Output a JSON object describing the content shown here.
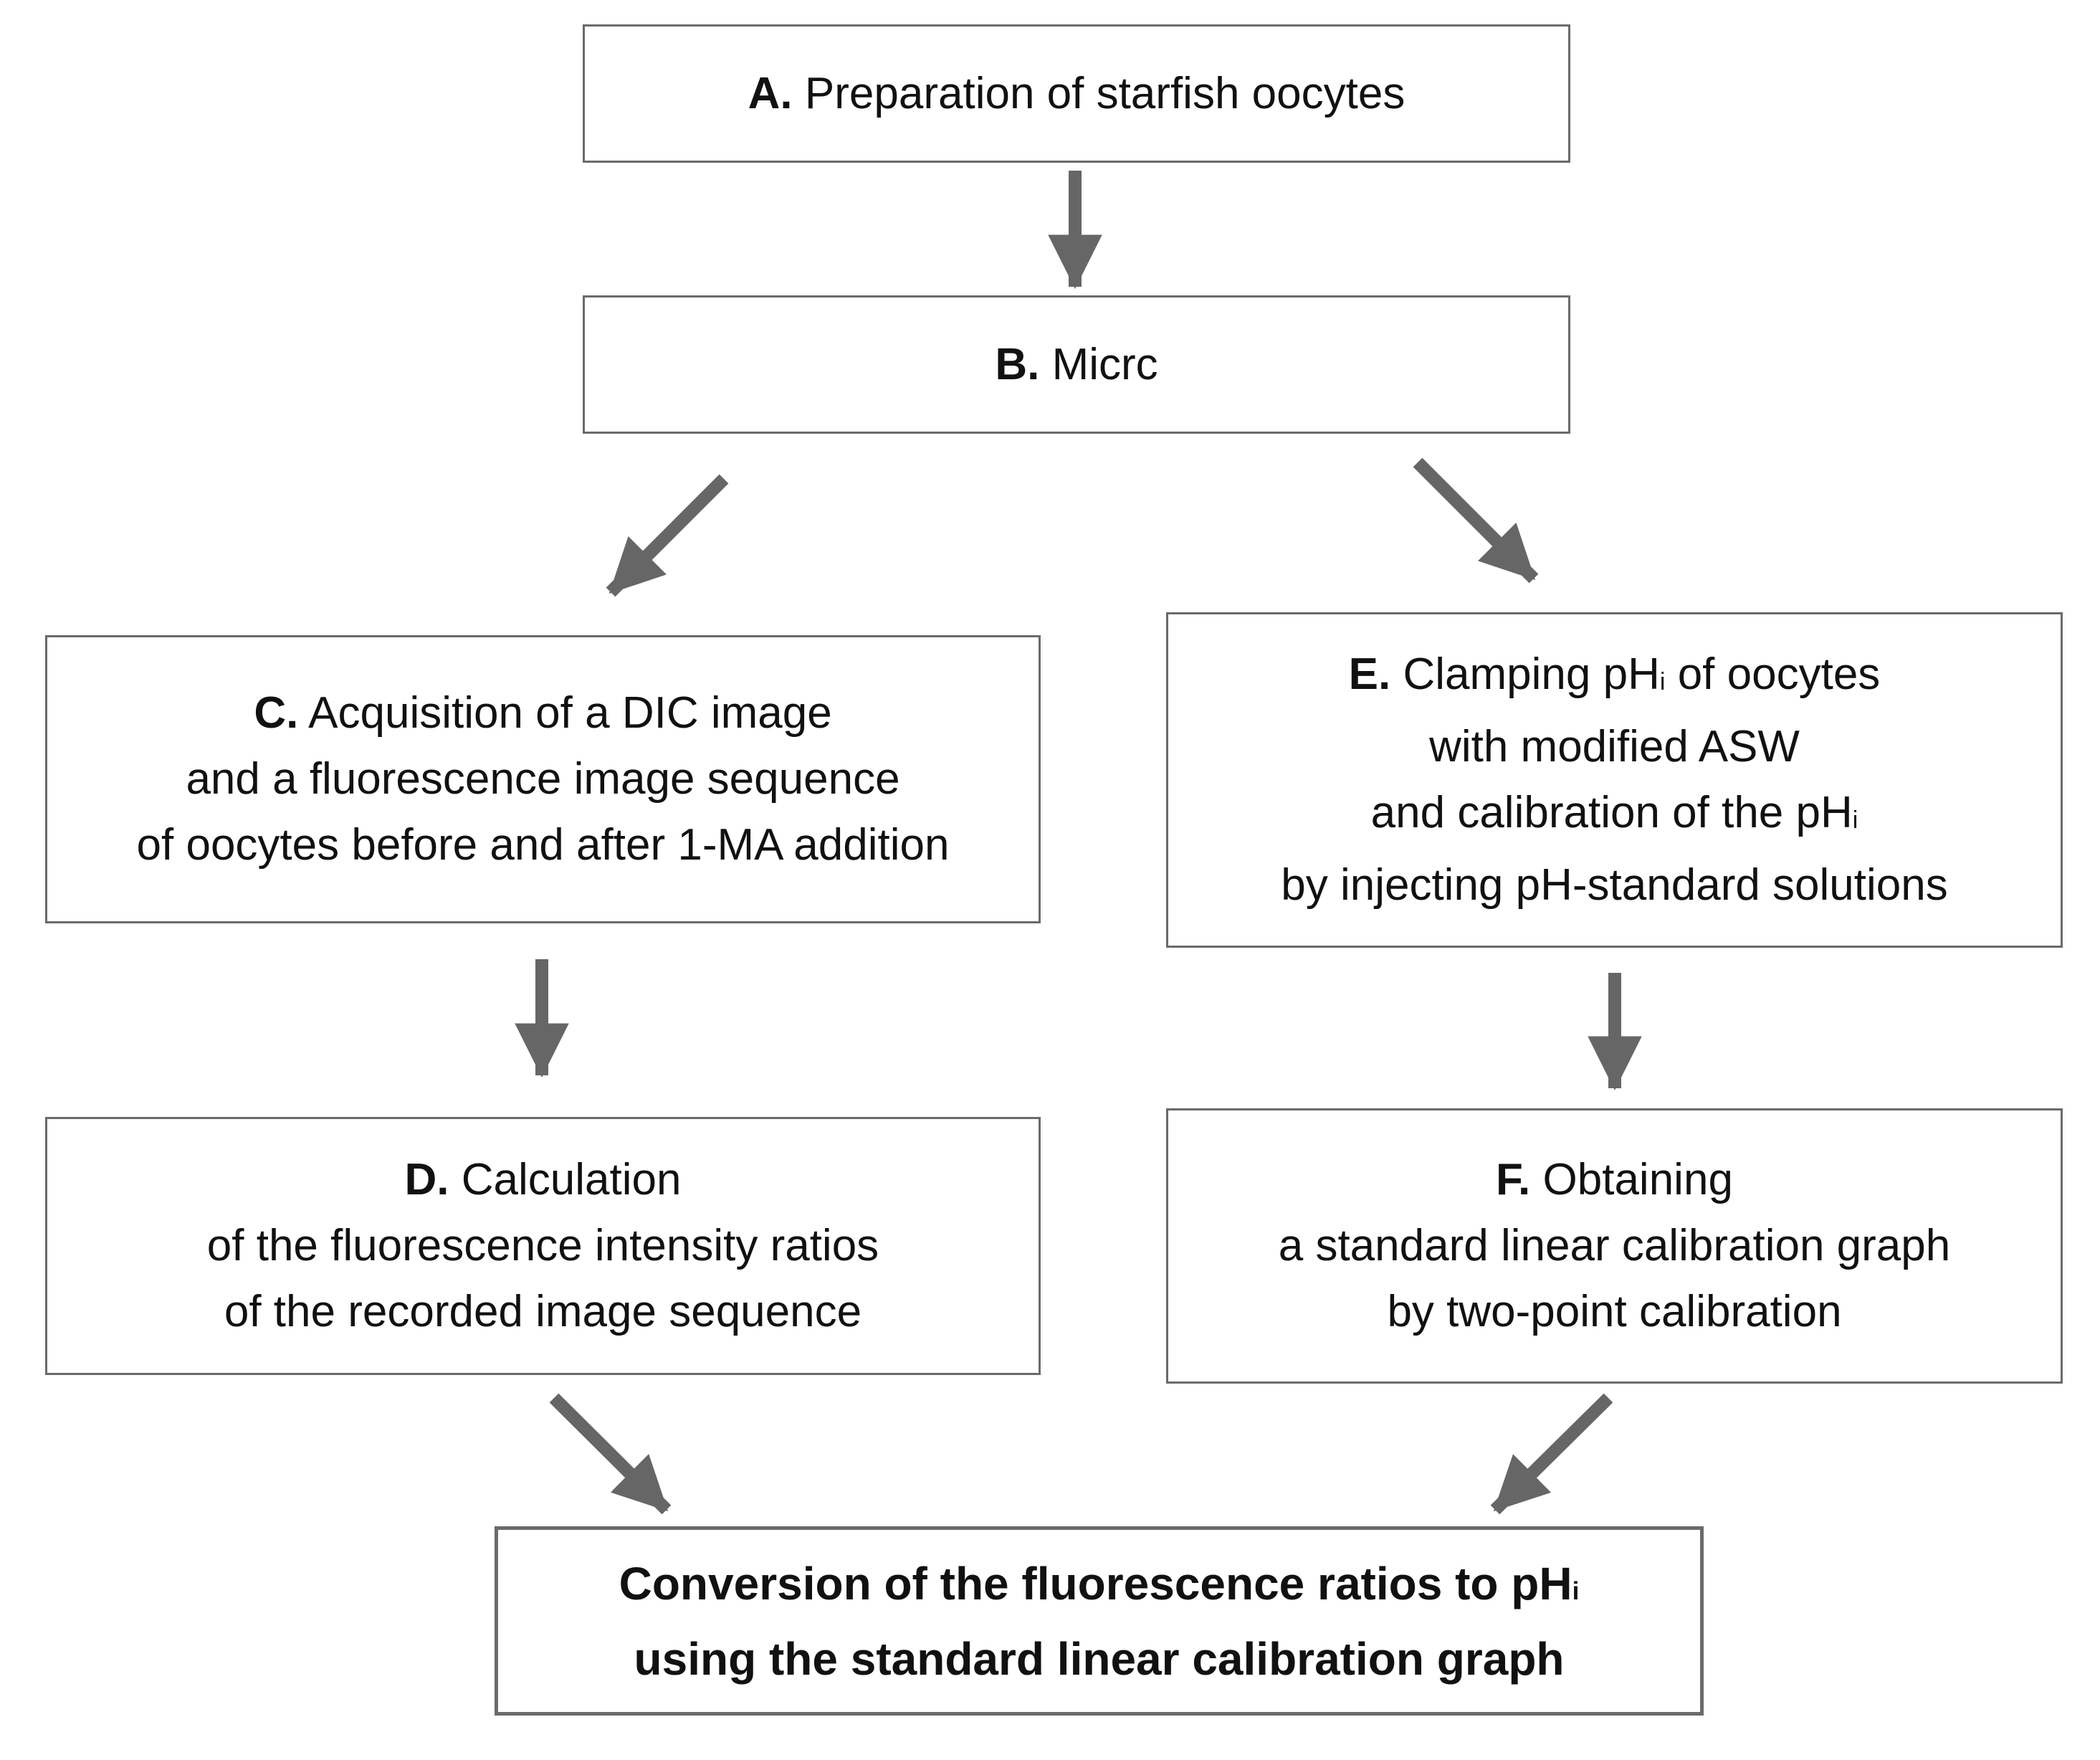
{
  "colors": {
    "arrow": "#666666",
    "border": "#6a6a6a",
    "text": "#111111"
  },
  "steps": {
    "a": {
      "label": "A.",
      "line1": "Preparation of starfish oocytes"
    },
    "b": {
      "label": "B.",
      "line1": "Micrc"
    },
    "c": {
      "label": "C.",
      "line1": "Acquisition of a DIC image",
      "line2": "and a fluorescence image sequence",
      "line3": "of oocytes before and after 1-MA addition"
    },
    "d": {
      "label": "D.",
      "line1": "Calculation",
      "line2": "of the fluorescence intensity ratios",
      "line3": "of the recorded image sequence"
    },
    "e": {
      "label": "E.",
      "line1_pre": "Clamping pH",
      "line1_sub": "i",
      "line1_post": "of oocytes",
      "line2": "with modified ASW",
      "line3_pre": "and calibration of the pH",
      "line3_sub": "i",
      "line4": "by injecting pH-standard solutions"
    },
    "f": {
      "label": "F.",
      "line1": "Obtaining",
      "line2": "a standard linear calibration graph",
      "line3": "by two-point calibration"
    },
    "final": {
      "line1_pre": "Conversion of the fluorescence ratios to pH",
      "line1_sub": "i",
      "line2": "using the standard linear calibration graph"
    }
  }
}
